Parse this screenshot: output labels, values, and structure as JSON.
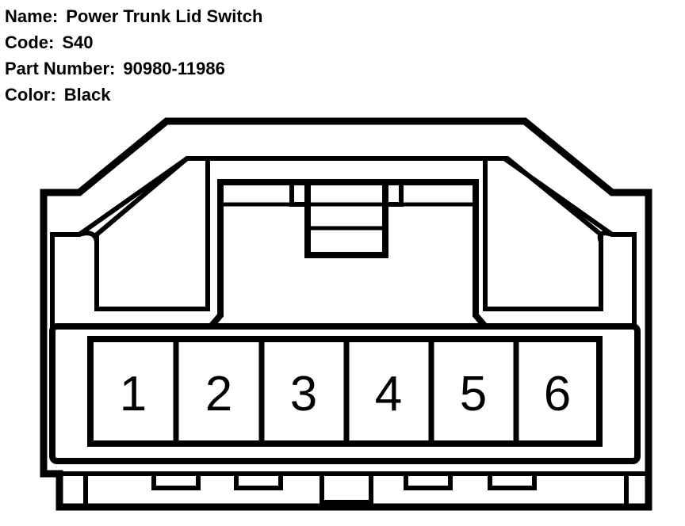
{
  "info": {
    "name_label": "Name:",
    "name_value": "Power Trunk Lid Switch",
    "code_label": "Code:",
    "code_value": "S40",
    "part_label": "Part Number:",
    "part_value": "90980-11986",
    "color_label": "Color:",
    "color_value": "Black"
  },
  "connector": {
    "pins": [
      "1",
      "2",
      "3",
      "4",
      "5",
      "6"
    ],
    "line_color": "#000000",
    "fill_color": "#ffffff"
  }
}
